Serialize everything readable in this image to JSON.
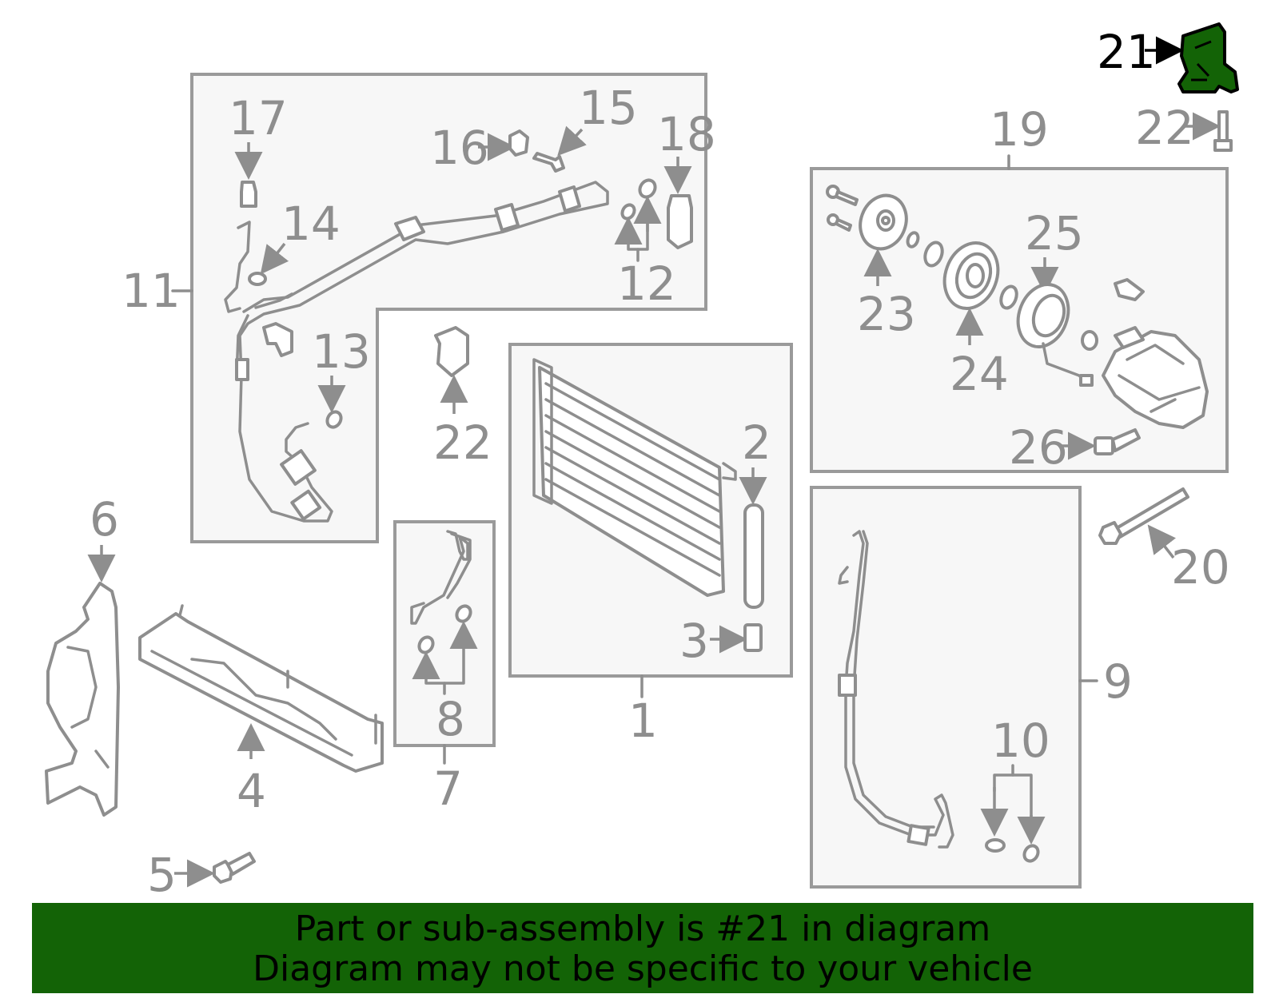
{
  "highlight": {
    "part_number": "21",
    "color": "#136306"
  },
  "callouts": {
    "c1": "1",
    "c2": "2",
    "c3": "3",
    "c4": "4",
    "c5": "5",
    "c6": "6",
    "c7": "7",
    "c8": "8",
    "c9": "9",
    "c10": "10",
    "c11": "11",
    "c12": "12",
    "c13": "13",
    "c14": "14",
    "c15": "15",
    "c16": "16",
    "c17": "17",
    "c18": "18",
    "c19": "19",
    "c20": "20",
    "c21": "21",
    "c22a": "22",
    "c22b": "22",
    "c23": "23",
    "c24": "24",
    "c25": "25",
    "c26": "26"
  },
  "banner": {
    "line1": "Part or sub-assembly is #21 in diagram",
    "line2": "Diagram may not be specific to your vehicle"
  }
}
